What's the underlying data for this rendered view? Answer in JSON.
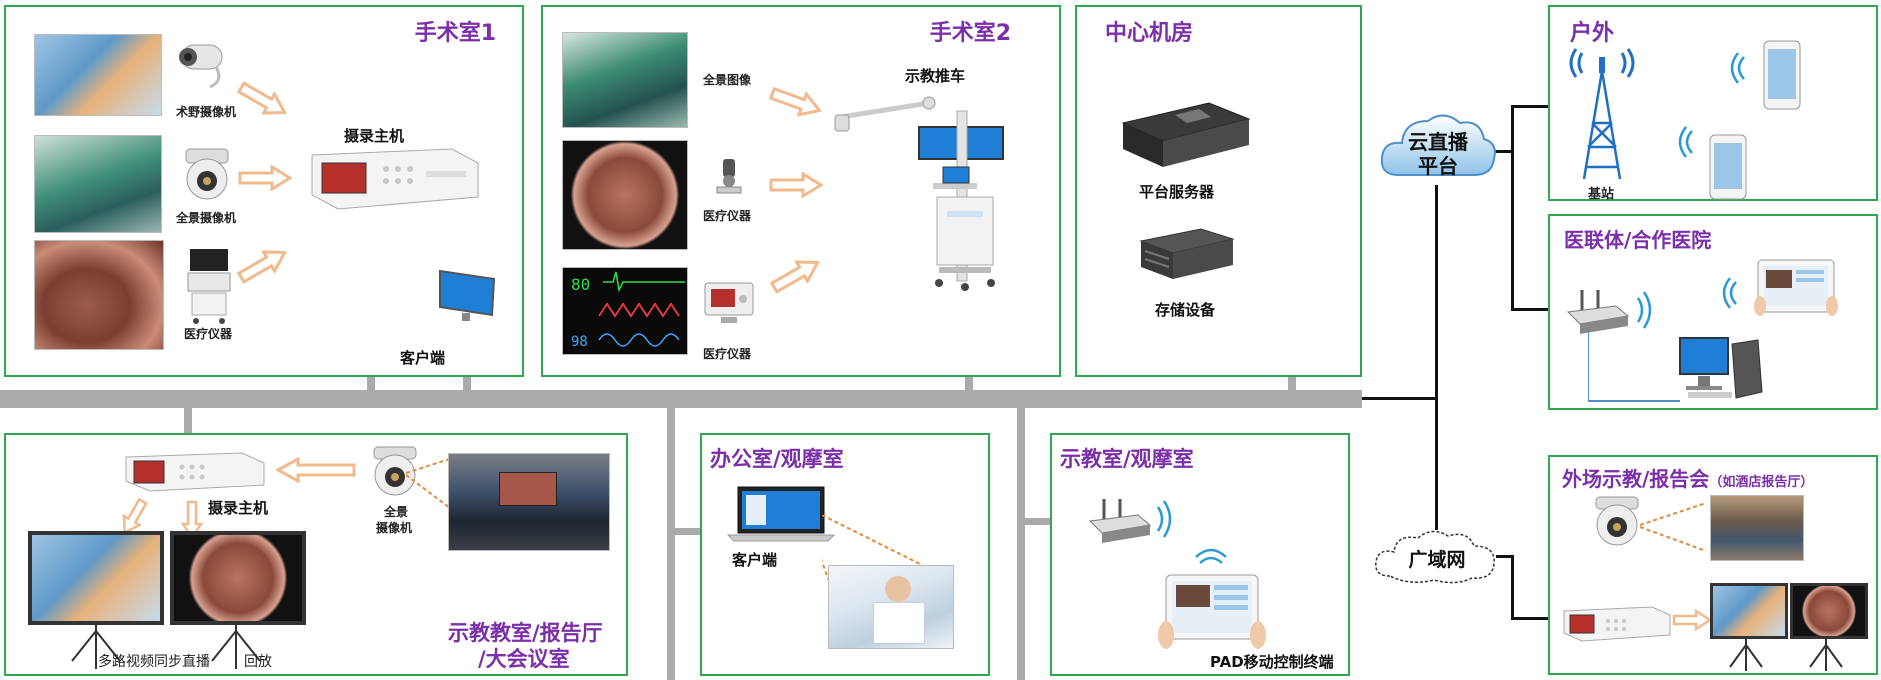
{
  "rooms": {
    "or1": {
      "title": "手术室1",
      "field_camera": "术野摄像机",
      "pano_camera": "全景摄像机",
      "medical": "医疗仪器",
      "recorder": "摄录主机",
      "client": "客户端"
    },
    "or2": {
      "title": "手术室2",
      "pano_image": "全景图像",
      "medical1": "医疗仪器",
      "medical2": "医疗仪器",
      "cart": "示教推车"
    },
    "center": {
      "title": "中心机房",
      "server": "平台服务器",
      "storage": "存储设备"
    },
    "outdoor": {
      "title": "户外",
      "tower": "基站"
    },
    "alliance": {
      "title": "医联体/合作医院"
    },
    "hall": {
      "title_line1": "示教教室/报告厅",
      "title_line2": "/大会议室",
      "recorder": "摄录主机",
      "camera_line1": "全景",
      "camera_line2": "摄像机",
      "caption1": "多路视频同步直播",
      "caption2": "回放"
    },
    "office": {
      "title": "办公室/观摩室",
      "client": "客户端"
    },
    "classroom": {
      "title": "示教室/观摩室",
      "pad": "PAD移动控制终端"
    },
    "external": {
      "title": "外场示教/报告会",
      "note": "（如酒店报告厅）"
    }
  },
  "cloud": {
    "line1": "云直播",
    "line2": "平台"
  },
  "wan": {
    "label": "广域网"
  },
  "colors": {
    "border": "#2fa84f",
    "title": "#7b2fa8",
    "bus": "#aaaaaa",
    "arrow": "#f2b98c"
  }
}
